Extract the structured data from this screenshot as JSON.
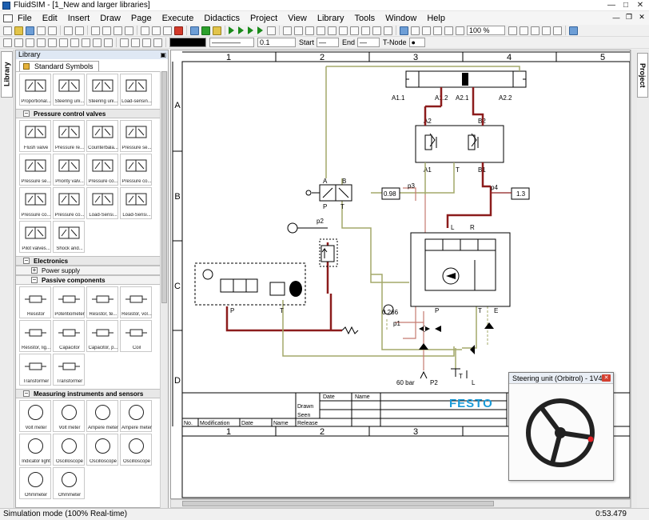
{
  "window": {
    "title": "FluidSIM - [1_New and larger libraries]"
  },
  "menu": [
    "File",
    "Edit",
    "Insert",
    "Draw",
    "Page",
    "Execute",
    "Didactics",
    "Project",
    "View",
    "Library",
    "Tools",
    "Window",
    "Help"
  ],
  "toolbar": {
    "zoom": "100 %",
    "line_width": "0.1",
    "start_label": "Start",
    "end_label": "End",
    "tnode_label": "T-Node"
  },
  "left_tab": "Library",
  "right_tab": "Project",
  "library": {
    "panel_title": "Library",
    "tab_label": "Standard Symbols",
    "top_symbols": [
      "Proportional...",
      "Steering uni...",
      "Steering uni...",
      "Load-sensin..."
    ],
    "categories": {
      "pressure": "Pressure control valves",
      "electronics": "Electronics",
      "power": "Power supply",
      "passive": "Passive components",
      "measuring": "Measuring instruments and sensors"
    },
    "pressure_symbols": [
      "Flush valve",
      "Pressure re...",
      "Counterbala...",
      "Pressure se...",
      "Pressure se...",
      "Priority valv...",
      "Pressure co...",
      "Pressure co...",
      "Pressure co...",
      "Pressure co...",
      "Load-Sensi...",
      "Load-Sensi...",
      "Pilot valves...",
      "Shock and..."
    ],
    "passive_symbols": [
      "Resistor",
      "Potentiometer",
      "Resistor, te...",
      "Resistor, vol...",
      "Resistor, lig...",
      "Capacitor",
      "Capacitor, p...",
      "Coil",
      "Transformer",
      "Transformer"
    ],
    "measuring_symbols": [
      "Volt meter",
      "Volt meter",
      "Ampere meter",
      "Ampere meter",
      "Indicator light",
      "Oscilloscope",
      "Oscilloscope",
      "Oscilloscope",
      "Ohmmeter",
      "Ohmmeter"
    ]
  },
  "drawing": {
    "columns": [
      "1",
      "2",
      "3",
      "4",
      "5"
    ],
    "rows": [
      "A",
      "B",
      "C",
      "D"
    ],
    "bottom_columns": [
      "1",
      "2",
      "3"
    ],
    "labels": {
      "a11": "A1.1",
      "a12": "A1.2",
      "a21": "A2.1",
      "a22": "A2.2",
      "a2": "A2",
      "b2": "B2",
      "a1": "A1",
      "t": "T",
      "b1": "B1",
      "p3": "p3",
      "p4": "p4",
      "p2": "p2",
      "p1": "p1",
      "gauge1": "0.98",
      "gauge2": "1.3",
      "gauge3": "0.266",
      "va": "A",
      "vb": "B",
      "vp": "P",
      "vt": "T",
      "l": "L",
      "r": "R",
      "pp": "P",
      "tt": "T",
      "e": "E",
      "cp": "P",
      "ct": "T",
      "bar": "60 bar",
      "p2b": "P2",
      "tl1": "T",
      "tl2": "L"
    },
    "title_block": {
      "date": "Date",
      "name": "Name",
      "drawn": "Drawn",
      "seen": "Seen",
      "release": "Release",
      "no": "No.",
      "modification": "Modification",
      "date2": "Date",
      "name2": "Name",
      "brand": "FESTO"
    }
  },
  "steering_window": {
    "title": "Steering unit (Orbitrol) - 1V4"
  },
  "status": {
    "mode": "Simulation mode (100% Real-time)",
    "time": "0:53.479"
  },
  "colors": {
    "pressure": "#8c1c1c",
    "tank": "#a3a86a",
    "low": "#c47a70"
  }
}
